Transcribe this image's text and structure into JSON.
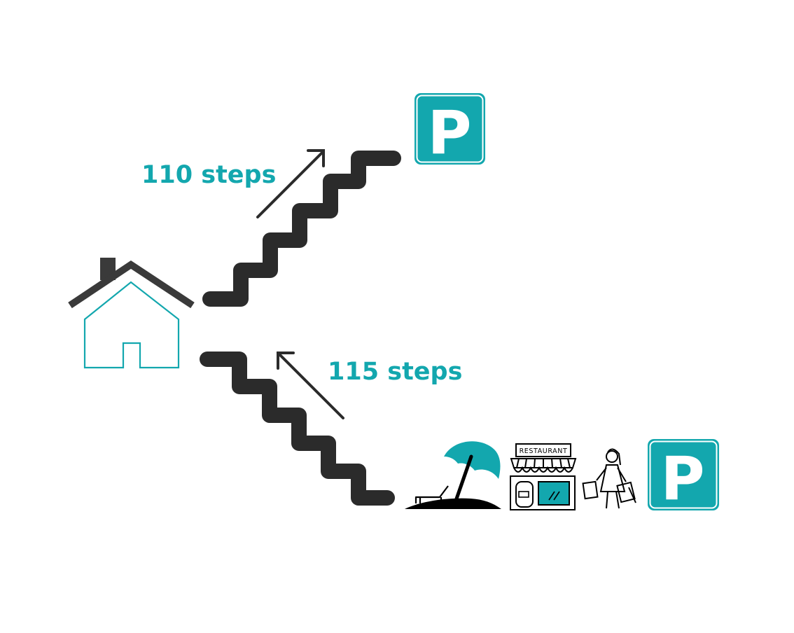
{
  "routes": [
    {
      "steps_label": "110 steps",
      "direction": "up"
    },
    {
      "steps_label": "115 steps",
      "direction": "down"
    }
  ],
  "icons": {
    "parking_top": {
      "letter": "P"
    },
    "parking_bottom": {
      "letter": "P"
    },
    "restaurant": {
      "sign": "RESTAURANT"
    }
  },
  "colors": {
    "accent": "#13a7ae",
    "stairs": "#2b2b2b",
    "roof": "#3a3a3a",
    "outline": "#000000",
    "background": "#ffffff"
  }
}
